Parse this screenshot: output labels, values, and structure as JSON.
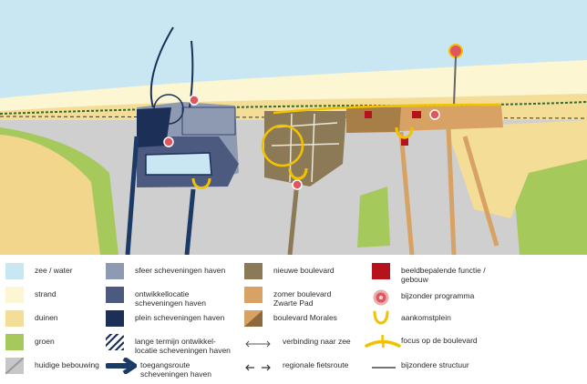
{
  "colors": {
    "zee_water": "#c8e7f2",
    "strand": "#fdf6d2",
    "duinen": "#f4dd96",
    "groen": "#a6c95c",
    "huidige_bebouwing": "#c7c7c7",
    "sfeer_haven": "#8e9ab2",
    "ontwikkellocatie_haven": "#4c5a80",
    "plein_haven": "#1c2f57",
    "nieuwe_boulevard": "#8c7a56",
    "zomer_boulevard": "#d7a263",
    "boulevard_morales": "#a87e48",
    "beeldbepalende": "#b5121b",
    "bijzonder_programma": "#e0565e",
    "focus": "#f2c200",
    "structuur": "#222222",
    "route": "#1c3a66"
  },
  "legend": [
    {
      "key": "zee",
      "label": "zee / water"
    },
    {
      "key": "strand",
      "label": "strand"
    },
    {
      "key": "duinen",
      "label": "duinen"
    },
    {
      "key": "groen",
      "label": "groen"
    },
    {
      "key": "bebouwing",
      "label": "huidige bebouwing"
    },
    {
      "key": "sfeer",
      "label": "sfeer scheveningen haven"
    },
    {
      "key": "ontwikkel",
      "label": "ontwikkellocatie\nscheveningen haven"
    },
    {
      "key": "plein",
      "label": "plein scheveningen haven"
    },
    {
      "key": "lange",
      "label": "lange termijn ontwikkel-\nlocatie scheveningen haven"
    },
    {
      "key": "toegang",
      "label": "toegangsroute\nscheveningen haven"
    },
    {
      "key": "nieuwe",
      "label": "nieuwe boulevard"
    },
    {
      "key": "zomer",
      "label": "zomer boulevard\nZwarte Pad"
    },
    {
      "key": "morales",
      "label": "boulevard Morales"
    },
    {
      "key": "verbinding",
      "label": "verbinding naar zee"
    },
    {
      "key": "fietsroute",
      "label": "regionale fietsroute"
    },
    {
      "key": "beeld",
      "label": "beeldbepalende functie /\ngebouw"
    },
    {
      "key": "programma",
      "label": "bijzonder programma"
    },
    {
      "key": "aankomst",
      "label": "aankomstplein"
    },
    {
      "key": "focus",
      "label": "focus op de boulevard"
    },
    {
      "key": "structuur",
      "label": "bijzondere structuur"
    }
  ]
}
